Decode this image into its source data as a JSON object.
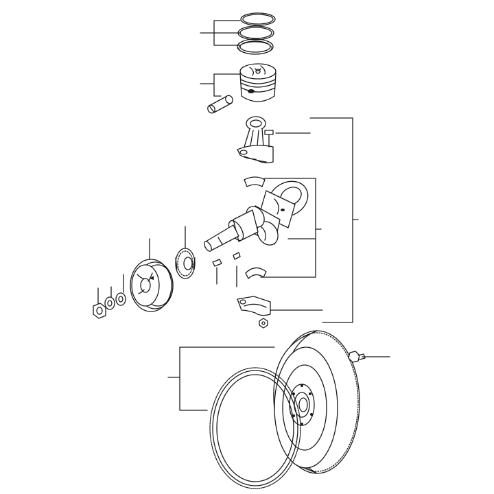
{
  "diagram": {
    "background": "#ffffff",
    "ink": "#1a1a1a",
    "parts": [
      "piston-ring",
      "piston-ring",
      "piston-ring",
      "piston",
      "piston-pin",
      "connecting-rod",
      "connecting-rod-bolt",
      "crankshaft-bearing-upper",
      "crankshaft",
      "crankshaft-bearing-lower",
      "crankshaft-key",
      "crankshaft-gear",
      "crankshaft-pulley",
      "washer",
      "lock-washer",
      "pulley-nut",
      "connecting-rod-cap",
      "rod-cap-nut",
      "flywheel",
      "ring-gear",
      "flywheel-bolt"
    ]
  }
}
